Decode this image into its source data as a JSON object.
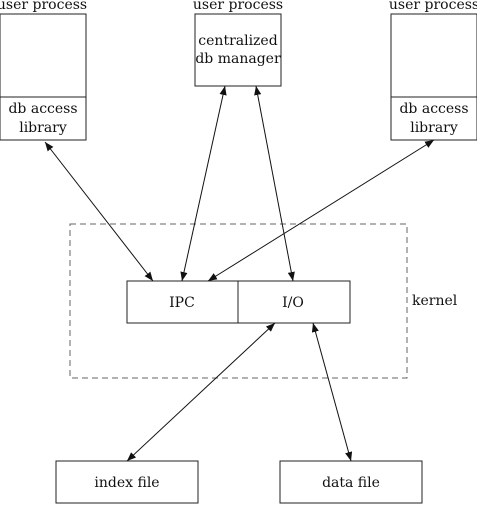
{
  "labels": {
    "user_process_left": "user process",
    "user_process_center": "user process",
    "user_process_right": "user process",
    "db_library_left_line1": "db access",
    "db_library_left_line2": "library",
    "db_manager_line1": "centralized",
    "db_manager_line2": "db manager",
    "db_library_right_line1": "db access",
    "db_library_right_line2": "library",
    "ipc": "IPC",
    "io": "I/O",
    "kernel": "kernel",
    "index_file": "index file",
    "data_file": "data file"
  },
  "colors": {
    "stroke": "#222222",
    "dashed_border": "#666666",
    "text": "#111111"
  }
}
